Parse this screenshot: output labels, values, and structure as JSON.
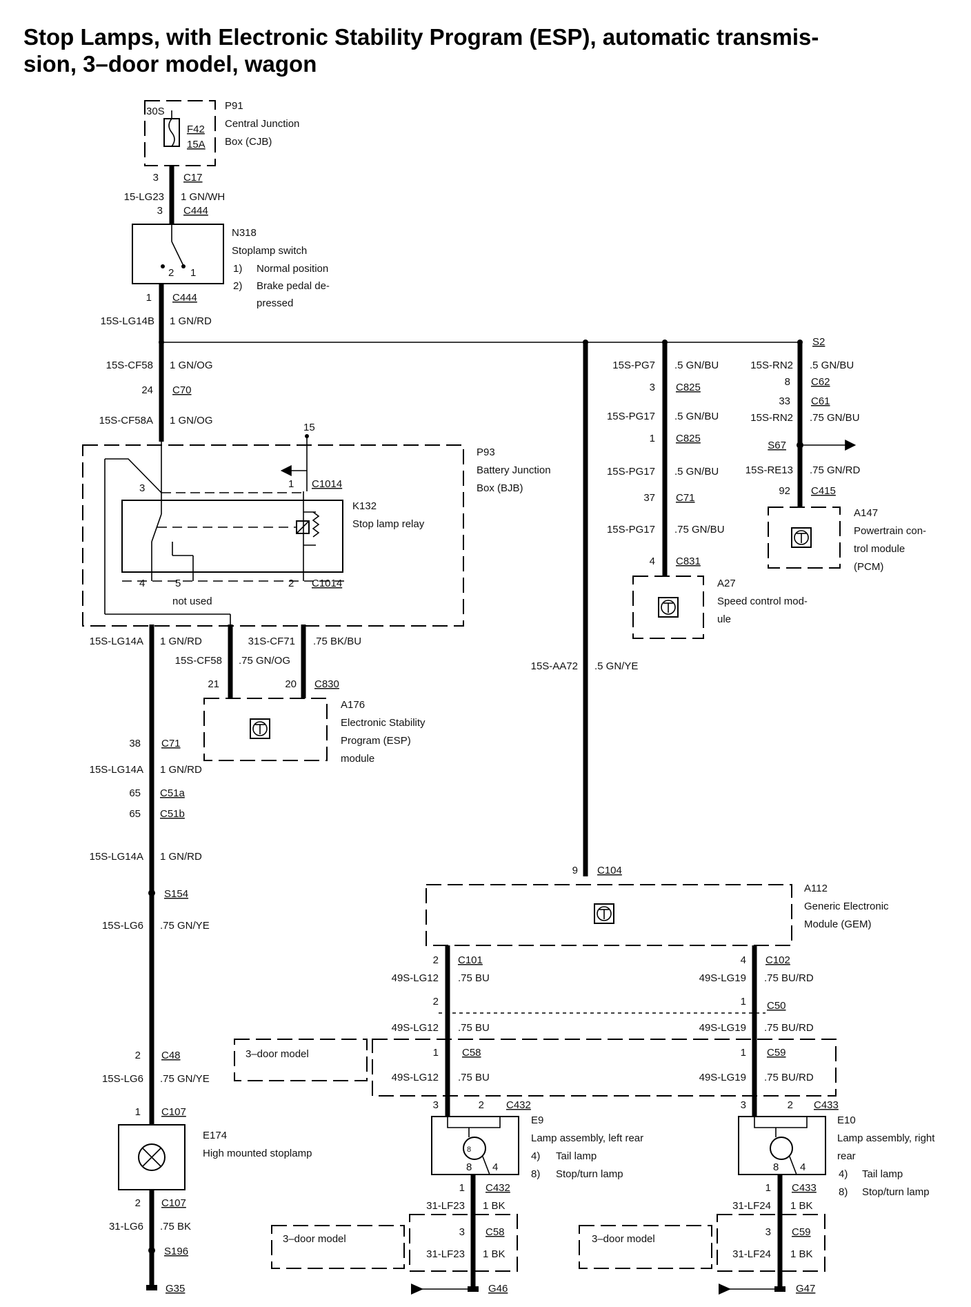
{
  "title": {
    "line1": "Stop Lamps, with Electronic Stability Program (ESP), automatic transmis-",
    "line2": "sion, 3–door model, wagon"
  },
  "components": {
    "p91": {
      "id": "P91",
      "name_line1": "Central Junction",
      "name_line2": "Box (CJB)",
      "terminal": "30S",
      "fuse_id": "F42",
      "fuse_rating": "15A"
    },
    "n318": {
      "id": "N318",
      "name": "Stoplamp switch",
      "note1_num": "1)",
      "note1": "Normal position",
      "note2_num": "2)",
      "note2_line1": "Brake pedal de-",
      "note2_line2": "pressed",
      "pin1": "1",
      "pin2": "2"
    },
    "p93": {
      "id": "P93",
      "name_line1": "Battery Junction",
      "name_line2": "Box (BJB)",
      "feed": "15"
    },
    "k132": {
      "id": "K132",
      "name": "Stop lamp relay",
      "pin3": "3",
      "pin1": "1",
      "pin4": "4",
      "pin5": "5",
      "pin2": "2",
      "not_used": "not used"
    },
    "a176": {
      "id": "A176",
      "name_line1": "Electronic Stability",
      "name_line2": "Program (ESP)",
      "name_line3": "module"
    },
    "a27": {
      "id": "A27",
      "name_line1": "Speed control mod-",
      "name_line2": "ule"
    },
    "a147": {
      "id": "A147",
      "name_line1": "Powertrain con-",
      "name_line2": "trol module",
      "name_line3": "(PCM)"
    },
    "a112": {
      "id": "A112",
      "name_line1": "Generic Electronic",
      "name_line2": "Module (GEM)"
    },
    "e174": {
      "id": "E174",
      "name": "High mounted stoplamp"
    },
    "e9": {
      "id": "E9",
      "name": "Lamp assembly, left rear",
      "note1_num": "4)",
      "note1": "Tail lamp",
      "note2_num": "8)",
      "note2": "Stop/turn lamp",
      "pin8": "8",
      "pin4": "4"
    },
    "e10": {
      "id": "E10",
      "name_line1": "Lamp assembly, right",
      "name_line2": "rear",
      "note1_num": "4)",
      "note1": "Tail lamp",
      "note2_num": "8)",
      "note2": "Stop/turn lamp",
      "pin8": "8",
      "pin4": "4"
    },
    "three_door_label": "3–door model"
  },
  "left_branch": {
    "c17_pin": "3",
    "c17": "C17",
    "w1_circuit": "15-LG23",
    "w1_color": "1 GN/WH",
    "c444a_pin": "3",
    "c444a": "C444",
    "c444b_pin": "1",
    "c444b": "C444",
    "w2_circuit": "15S-LG14B",
    "w2_color": "1 GN/RD",
    "w3_circuit": "15S-CF58",
    "w3_color": "1 GN/OG",
    "c70_pin": "24",
    "c70": "C70",
    "w4_circuit": "15S-CF58A",
    "w4_color": "1 GN/OG",
    "c1014a": "C1014",
    "c1014b": "C1014",
    "w5_circuit": "15S-LG14A",
    "w5_color": "1 GN/RD",
    "w6_circuit": "31S-CF71",
    "w6_color": ".75 BK/BU",
    "w7_circuit": "15S-CF58",
    "w7_color": ".75 GN/OG",
    "c830_pin21": "21",
    "c830_pin20": "20",
    "c830": "C830",
    "c71_pin": "38",
    "c71": "C71",
    "w8_circuit": "15S-LG14A",
    "w8_color": "1 GN/RD",
    "c51a_pin": "65",
    "c51a": "C51a",
    "c51b_pin": "65",
    "c51b": "C51b",
    "w9_circuit": "15S-LG14A",
    "w9_color": "1 GN/RD",
    "s154": "S154",
    "w10_circuit": "15S-LG6",
    "w10_color": ".75 GN/YE",
    "c48_pin": "2",
    "c48": "C48",
    "w11_circuit": "15S-LG6",
    "w11_color": ".75 GN/YE",
    "c107a_pin": "1",
    "c107a": "C107",
    "c107b_pin": "2",
    "c107b": "C107",
    "w12_circuit": "31-LG6",
    "w12_color": ".75 BK",
    "s196": "S196",
    "g35": "G35"
  },
  "right_branch": {
    "s2": "S2",
    "w_aa72_circuit": "15S-AA72",
    "w_aa72_color": ".5 GN/YE",
    "pg7_circuit": "15S-PG7",
    "pg7_color": ".5 GN/BU",
    "c825a_pin": "3",
    "c825a": "C825",
    "pg17a_circuit": "15S-PG17",
    "pg17a_color": ".5 GN/BU",
    "c825b_pin": "1",
    "c825b": "C825",
    "pg17b_circuit": "15S-PG17",
    "pg17b_color": ".5 GN/BU",
    "c71_pin": "37",
    "c71": "C71",
    "pg17c_circuit": "15S-PG17",
    "pg17c_color": ".75 GN/BU",
    "c831_pin": "4",
    "c831": "C831",
    "rn2a_circuit": "15S-RN2",
    "rn2a_color": ".5 GN/BU",
    "c62_pin": "8",
    "c62": "C62",
    "c61_pin": "33",
    "c61": "C61",
    "rn2b_circuit": "15S-RN2",
    "rn2b_color": ".75 GN/BU",
    "s67": "S67",
    "re13_circuit": "15S-RE13",
    "re13_color": ".75 GN/RD",
    "c415_pin": "92",
    "c415": "C415",
    "c104_pin": "9",
    "c104": "C104"
  },
  "gem_outputs": {
    "left": {
      "c101_pin": "2",
      "c101": "C101",
      "w1_circuit": "49S-LG12",
      "w1_color": ".75 BU",
      "c50_pin": "2",
      "w2_circuit": "49S-LG12",
      "w2_color": ".75 BU",
      "c58_pin": "1",
      "c58": "C58",
      "w3_circuit": "49S-LG12",
      "w3_color": ".75 BU",
      "c432_pin3": "3",
      "c432_pin2": "2",
      "c432": "C432",
      "c432b_pin": "1",
      "c432b": "C432",
      "g1_circuit": "31-LF23",
      "g1_color": "1 BK",
      "c58b_pin": "3",
      "c58b": "C58",
      "g2_circuit": "31-LF23",
      "g2_color": "1 BK",
      "ground": "G46"
    },
    "right": {
      "c102_pin": "4",
      "c102": "C102",
      "w1_circuit": "49S-LG19",
      "w1_color": ".75 BU/RD",
      "c50_pin": "1",
      "c50": "C50",
      "w2_circuit": "49S-LG19",
      "w2_color": ".75 BU/RD",
      "c59_pin": "1",
      "c59": "C59",
      "w3_circuit": "49S-LG19",
      "w3_color": ".75 BU/RD",
      "c433_pin3": "3",
      "c433_pin2": "2",
      "c433": "C433",
      "c433b_pin": "1",
      "c433b": "C433",
      "g1_circuit": "31-LF24",
      "g1_color": "1 BK",
      "c59b_pin": "3",
      "c59b": "C59",
      "g2_circuit": "31-LF24",
      "g2_color": "1 BK",
      "ground": "G47"
    }
  }
}
